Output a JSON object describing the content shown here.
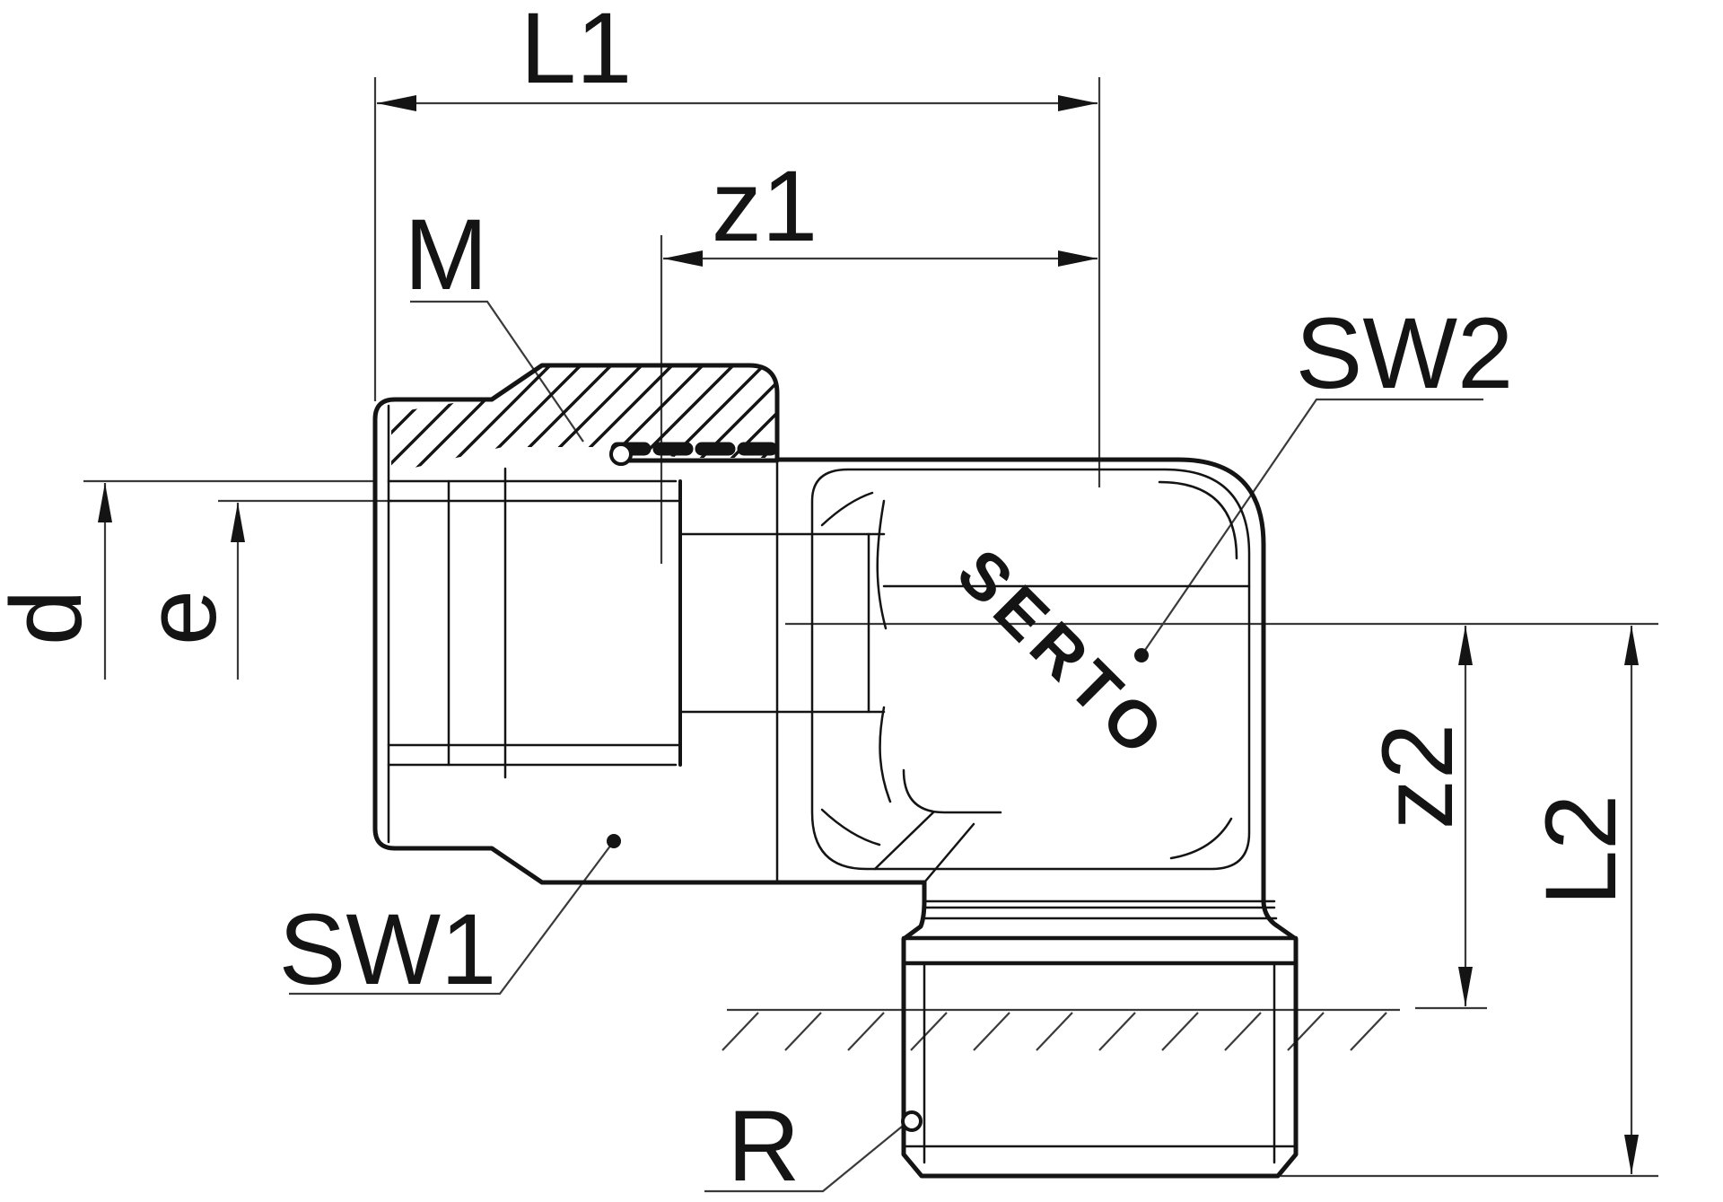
{
  "drawing": {
    "brand_mark": "SERTO",
    "colors": {
      "background": "#ffffff",
      "part_line": "#141414",
      "dim_line": "#3a3a3a",
      "label_text": "#141414"
    },
    "labels": {
      "l1": "L1",
      "z1": "z1",
      "m": "M",
      "sw2": "SW2",
      "d": "d",
      "e": "e",
      "sw1": "SW1",
      "z2": "z2",
      "l2": "L2",
      "r": "R"
    }
  }
}
